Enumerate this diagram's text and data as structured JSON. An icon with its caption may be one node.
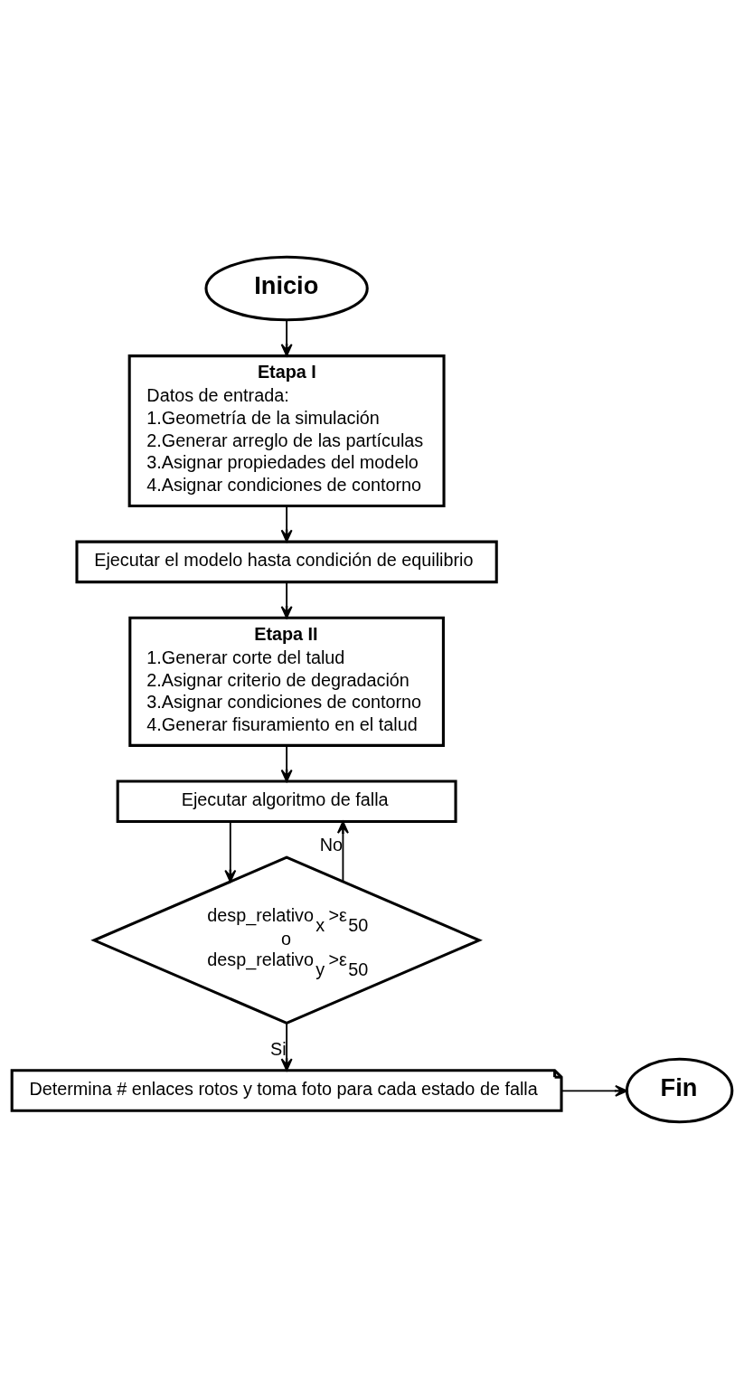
{
  "diagram": {
    "nodes": [
      {
        "text": [
          "Inicio"
        ]
      },
      {
        "text": [
          "Etapa I",
          "Datos de entrada:",
          "1.Geometría de la simulación",
          "2.Generar arreglo de las partículas",
          "3.Asignar propiedades del modelo",
          "4.Asignar condiciones de contorno"
        ]
      },
      {
        "text": [
          "Ejecutar el modelo hasta condición de equilibrio"
        ]
      },
      {
        "text": [
          "Etapa II",
          "1.Generar corte del talud",
          "2.Asignar criterio de degradación",
          "3.Asignar condiciones de contorno",
          "4.Generar fisuramiento en el talud"
        ]
      },
      {
        "text": [
          "Ejecutar algoritmo de falla"
        ]
      },
      {
        "text": [
          "desp_relativo$_{x}$ >ε$_{50}$",
          "o",
          "desp_relativo$_{y}$ >ε$_{50}$"
        ]
      },
      {
        "text": [
          "Determina # enlaces rotos y toma foto para cada estado de falla"
        ]
      },
      {
        "text": [
          "Fin"
        ]
      }
    ],
    "edges": [
      {
        "from": 0,
        "to": 1,
        "arrow": "to"
      },
      {
        "from": 1,
        "to": 2,
        "arrow": "to"
      },
      {
        "from": 2,
        "to": 3,
        "arrow": "to"
      },
      {
        "from": 3,
        "to": 4,
        "arrow": "to"
      },
      {
        "from": 4,
        "to": 5,
        "arrow": "to"
      },
      {
        "from": 5,
        "to": 4,
        "arrow": "to",
        "label": "No"
      },
      {
        "from": 5,
        "to": 6,
        "arrow": "to",
        "label": "Si"
      },
      {
        "from": 6,
        "to": 7,
        "arrow": "to"
      }
    ]
  }
}
